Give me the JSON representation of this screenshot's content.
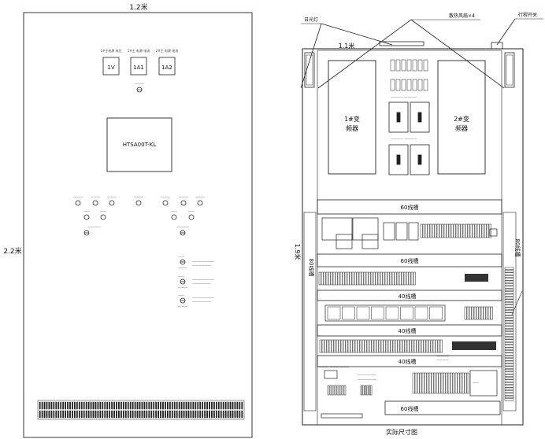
{
  "left_panel": {
    "top_dim": "1.2米",
    "side_dim": "2.2米",
    "meter_captions": [
      "1#主电源 电压",
      "1#主 电源 电流",
      "2#主 电源 电流"
    ],
    "meters": [
      "1V",
      "1A1",
      "1A2"
    ],
    "controller": "HTSA00T-KL"
  },
  "right_panel": {
    "top_dim": "1.1米",
    "side_dim": "1.9米",
    "callout_left": "日光灯",
    "callout_mid": "散热风扇×4",
    "callout_right": "行程开关",
    "inverter1": [
      "1#变",
      "频器"
    ],
    "inverter2": [
      "2#变",
      "频器"
    ],
    "trough1": "60线槽",
    "trough2": "60线槽",
    "trough3": "40线槽",
    "trough4": "40线槽",
    "trough5": "40线槽",
    "trough6": "60线槽",
    "vtrough_left": "80线槽",
    "vtrough_right": "80线槽",
    "caption": "实际尺寸图"
  }
}
